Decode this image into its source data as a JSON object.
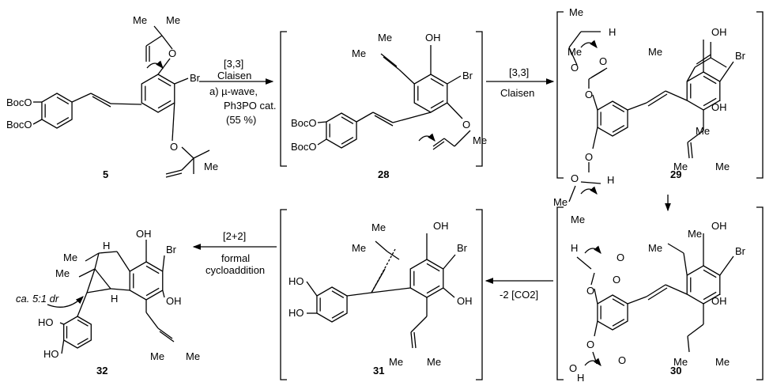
{
  "compounds": {
    "c5": "5",
    "c28": "28",
    "c29": "29",
    "c30": "30",
    "c31": "31",
    "c32": "32"
  },
  "steps": {
    "step1": {
      "line1": "[3,3]",
      "line2": "Claisen",
      "line3": "a) µ-wave,",
      "line4": "Ph3PO cat.",
      "line5": "(55 %)"
    },
    "step2": {
      "line1": "[3,3]",
      "line2": "Claisen"
    },
    "step3": {
      "line1": "-2 [CO2]"
    },
    "step4": {
      "line1": "[2+2]",
      "line2": "formal",
      "line3": "cycloaddition"
    }
  },
  "annotations": {
    "dr": "ca. 5:1 dr"
  },
  "atoms": {
    "boc": "BocO",
    "me": "Me",
    "br": "Br",
    "oh": "OH",
    "ho": "HO",
    "o": "O",
    "h": "H"
  }
}
